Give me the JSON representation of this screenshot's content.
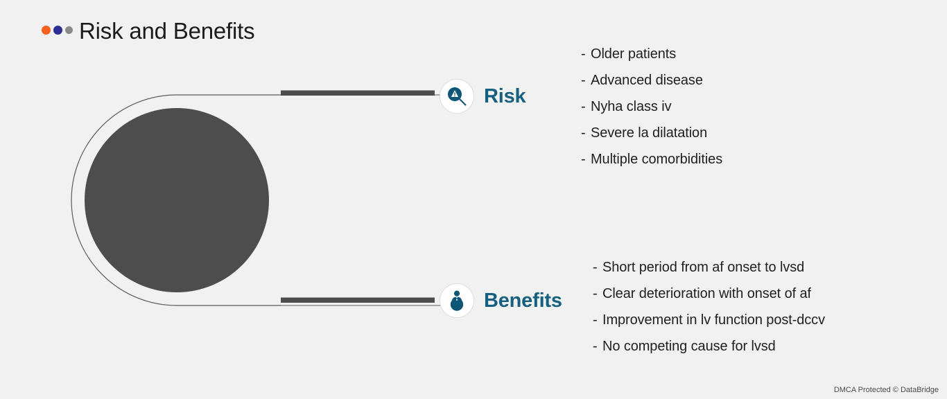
{
  "slide": {
    "title": "Risk and Benefits",
    "background_color": "#f1f1f1",
    "accent_color": "#15607f",
    "dots": [
      {
        "name": "dot-orange",
        "color": "#f4601e"
      },
      {
        "name": "dot-blue",
        "color": "#2d2d94"
      },
      {
        "name": "dot-gray",
        "color": "#8a8a8a"
      }
    ]
  },
  "diagram": {
    "circle_color": "#4d4d4d",
    "outline_color": "#5a5a5a",
    "connector_color": "#4d4d4d"
  },
  "nodes": {
    "risk": {
      "label": "Risk",
      "icon": "magnifier-warning-icon"
    },
    "benefits": {
      "label": "Benefits",
      "icon": "person-icon"
    }
  },
  "lists": {
    "risk": {
      "bullet": "-",
      "items": [
        "Older patients",
        "Advanced disease",
        "Nyha class iv",
        "Severe la dilatation",
        "Multiple comorbidities"
      ]
    },
    "benefits": {
      "bullet": "-",
      "items": [
        "Short period from af onset to lvsd",
        "Clear deterioration with onset of af",
        "Improvement in lv function post-dccv",
        "No competing cause for lvsd"
      ]
    }
  },
  "footer": {
    "text": "DMCA Protected © DataBridge"
  }
}
